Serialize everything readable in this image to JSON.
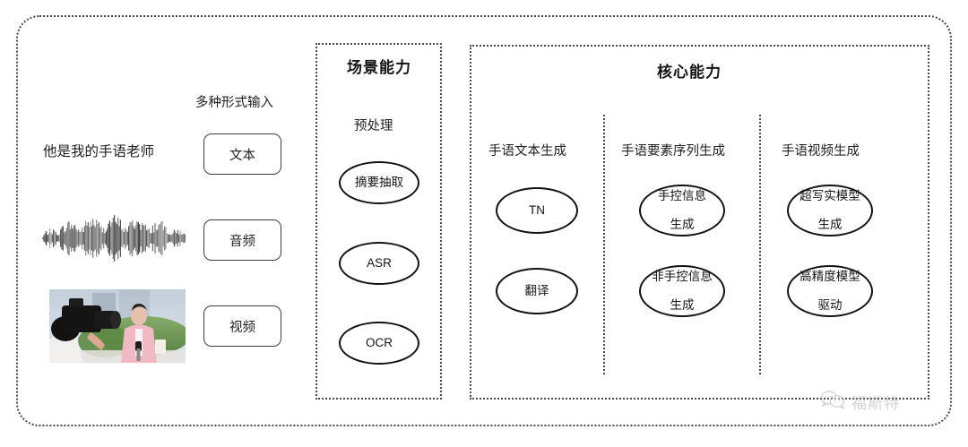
{
  "diagram": {
    "input_section": {
      "heading": "多种形式输入",
      "sample_sentence": "他是我的手语老师",
      "modalities": [
        {
          "name": "text",
          "label": "文本"
        },
        {
          "name": "audio",
          "label": "音频"
        },
        {
          "name": "video",
          "label": "视频"
        }
      ],
      "media": {
        "waveform_alt": "audio-waveform",
        "photo_alt": "camera-operator-filming-presenter"
      }
    },
    "scene_panel": {
      "title": "场景能力",
      "group_label": "预处理",
      "nodes": [
        "摘要抽取",
        "ASR",
        "OCR"
      ]
    },
    "core_panel": {
      "title": "核心能力",
      "columns": [
        {
          "label": "手语文本生成",
          "nodes": [
            {
              "line1": "TN",
              "line2": ""
            },
            {
              "line1": "翻译",
              "line2": ""
            }
          ]
        },
        {
          "label": "手语要素序列生成",
          "nodes": [
            {
              "line1": "手控信息",
              "line2": "生成"
            },
            {
              "line1": "非手控信息",
              "line2": "生成"
            }
          ]
        },
        {
          "label": "手语视频生成",
          "nodes": [
            {
              "line1": "超写实模型",
              "line2": "生成"
            },
            {
              "line1": "高精度模型",
              "line2": "驱动"
            }
          ]
        }
      ]
    },
    "watermark": {
      "icon": "wechat-icon",
      "text": "福斯特"
    },
    "colors": {
      "border": "#4a4a4a",
      "node_stroke": "#121212",
      "text": "#1f1f1f",
      "watermark": "#9a9a9a",
      "background": "#ffffff"
    }
  }
}
